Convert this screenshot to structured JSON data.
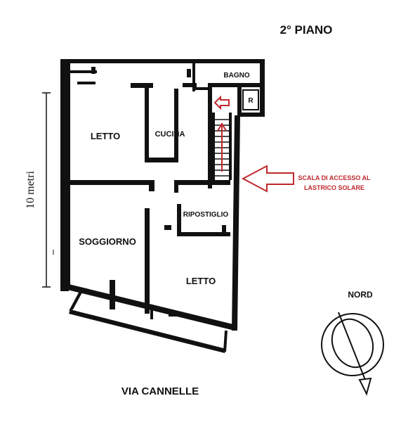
{
  "floor_title": "2° PIANO",
  "rooms": {
    "letto_top": "LETTO",
    "cucina": "CUCINA",
    "bagno": "BAGNO",
    "r": "R",
    "ripostiglio": "RIPOSTIGLIO",
    "soggiorno": "SOGGIORNO",
    "letto_bottom": "LETTO"
  },
  "annotation": {
    "line1": "SCALA DI ACCESSO AL",
    "line2": "LASTRICO SOLARE"
  },
  "scale_label": "10 metri",
  "compass_label": "NORD",
  "street_label": "VIA CANNELLE",
  "colors": {
    "wall": "#111111",
    "accent_red": "#c0282d",
    "background": "#ffffff"
  }
}
